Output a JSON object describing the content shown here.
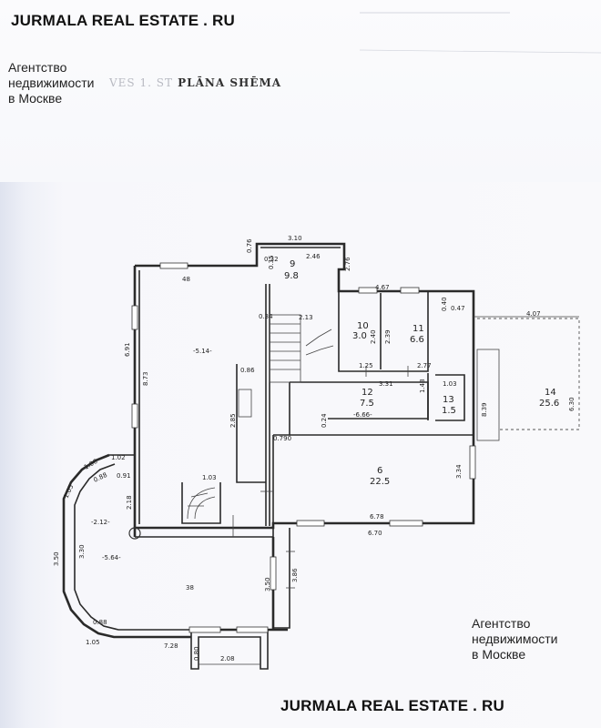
{
  "watermark": {
    "top": "JURMALA REAL ESTATE . RU",
    "bottom": "JURMALA REAL ESTATE . RU"
  },
  "agency": {
    "top": "Агентство\nнедвижимости\nв Москве",
    "bottom": "Агентство\nнедвижимости\nв Москве"
  },
  "plan_title": {
    "faded": "VES 1. ST",
    "main": "PLĀNA SHĒMA"
  },
  "rooms": [
    {
      "number": "9",
      "area": "9.8"
    },
    {
      "number": "10",
      "area": "3.0"
    },
    {
      "number": "11",
      "area": "6.6"
    },
    {
      "number": "12",
      "area": "7.5"
    },
    {
      "number": "13",
      "area": "1.5"
    },
    {
      "number": "14",
      "area": "25.6"
    },
    {
      "number": "6",
      "area": "22.5"
    }
  ],
  "dimensions": {
    "d_310": "3.10",
    "d_076": "0.76",
    "d_032": "0.32",
    "d_035": "0.35",
    "d_246": "2.46",
    "d_276": "2.76",
    "d_467": "4.67",
    "d_408": "48",
    "d_691": "6.91",
    "d_873": "8.73",
    "d_514": "-5.14-",
    "d_034": "0.34",
    "d_213": "2.13",
    "d_086": "0.86",
    "d_240": "2.40",
    "d_239": "2.39",
    "d_125": "1.25",
    "d_277": "2.77",
    "d_331": "3.31",
    "d_407": "4.07",
    "d_630": "6.30",
    "d_839": "8.39",
    "d_103a": "1.03",
    "d_148": "1.48",
    "d_666": "-6.66-",
    "d_024": "0.24",
    "d_285": "2.85",
    "d_0790": "0.790",
    "d_334": "3.34",
    "d_102": "1.02",
    "d_088a": "0.88",
    "d_091": "0.91",
    "d_106": "1.06",
    "d_105a": "1.05",
    "d_212": "-2.12-",
    "d_218": "2.18",
    "d_103b": "1.03",
    "d_678": "6.78",
    "d_670": "6.70",
    "d_350a": "3.50",
    "d_330": "3.30",
    "d_564": "-5.64-",
    "d_38": "38",
    "d_350b": "3.50",
    "d_386": "3.86",
    "d_088b": "0.88",
    "d_105b": "1.05",
    "d_728": "7.28",
    "d_080": "0.80",
    "d_208": "2.08",
    "d_047": "0.47",
    "d_040": "0.40"
  }
}
